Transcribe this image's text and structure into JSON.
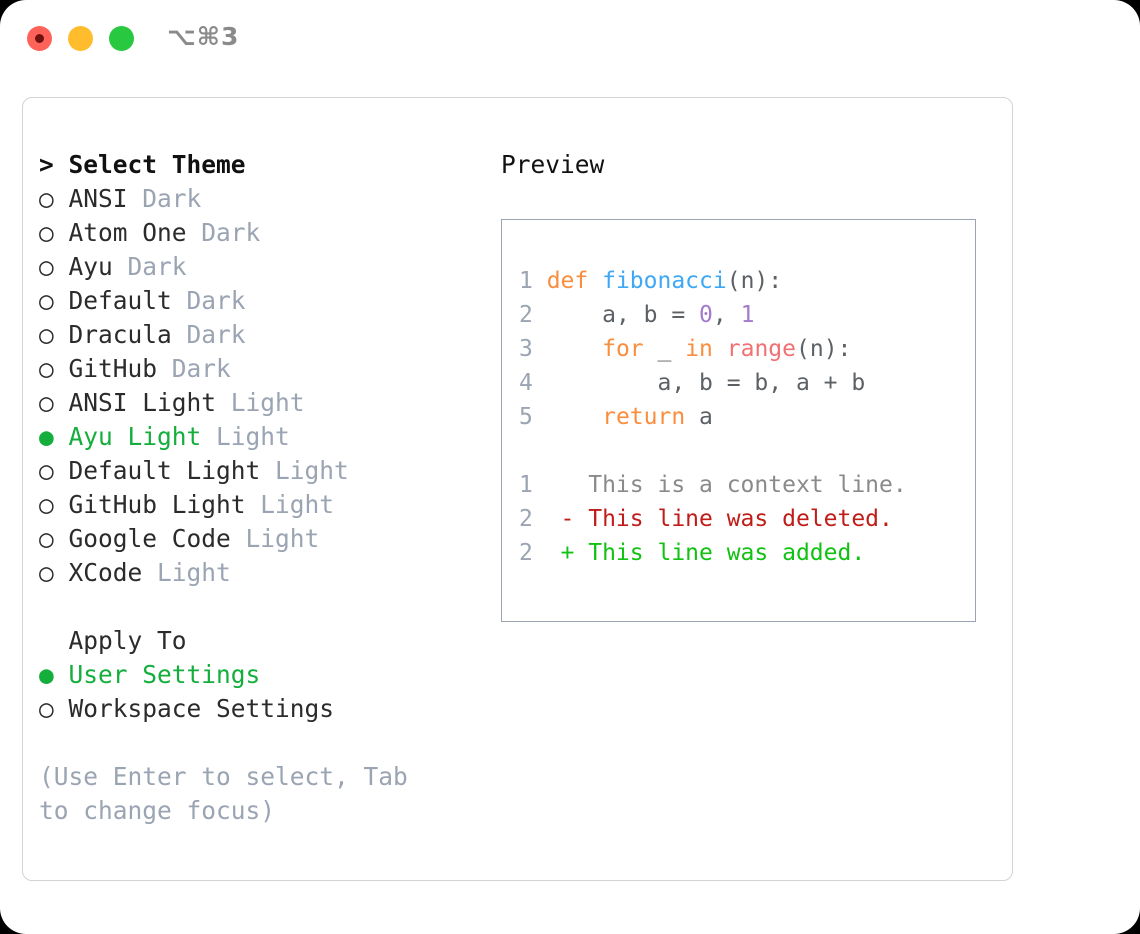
{
  "titlebar": {
    "shortcut": "⌥⌘3",
    "buttons": [
      {
        "name": "close",
        "color": "#ff6259"
      },
      {
        "name": "minimize",
        "color": "#ffbd2e"
      },
      {
        "name": "maximize",
        "color": "#28c840"
      }
    ]
  },
  "left": {
    "heading_prefix": "> ",
    "heading": "Select Theme",
    "themes": [
      {
        "marker": "○",
        "label": "ANSI",
        "tag": "Dark",
        "selected": false
      },
      {
        "marker": "○",
        "label": "Atom One",
        "tag": "Dark",
        "selected": false
      },
      {
        "marker": "○",
        "label": "Ayu",
        "tag": "Dark",
        "selected": false
      },
      {
        "marker": "○",
        "label": "Default",
        "tag": "Dark",
        "selected": false
      },
      {
        "marker": "○",
        "label": "Dracula",
        "tag": "Dark",
        "selected": false
      },
      {
        "marker": "○",
        "label": "GitHub",
        "tag": "Dark",
        "selected": false
      },
      {
        "marker": "○",
        "label": "ANSI Light",
        "tag": "Light",
        "selected": false
      },
      {
        "marker": "●",
        "label": "Ayu Light",
        "tag": "Light",
        "selected": true
      },
      {
        "marker": "○",
        "label": "Default Light",
        "tag": "Light",
        "selected": false
      },
      {
        "marker": "○",
        "label": "GitHub Light",
        "tag": "Light",
        "selected": false
      },
      {
        "marker": "○",
        "label": "Google Code",
        "tag": "Light",
        "selected": false
      },
      {
        "marker": "○",
        "label": "XCode",
        "tag": "Light",
        "selected": false
      }
    ],
    "apply_to": {
      "heading": "  Apply To",
      "options": [
        {
          "marker": "●",
          "label": "User Settings",
          "selected": true
        },
        {
          "marker": "○",
          "label": "Workspace Settings",
          "selected": false
        }
      ]
    },
    "hint": "(Use Enter to select, Tab to change focus)"
  },
  "right": {
    "title": "Preview",
    "code": [
      {
        "num": "1",
        "tokens": [
          {
            "t": "def ",
            "c": "kw"
          },
          {
            "t": "fibonacci",
            "c": "fn"
          },
          {
            "t": "(n):",
            "c": "punct"
          }
        ]
      },
      {
        "num": "2",
        "tokens": [
          {
            "t": "    a, b = ",
            "c": "plain"
          },
          {
            "t": "0",
            "c": "num"
          },
          {
            "t": ", ",
            "c": "plain"
          },
          {
            "t": "1",
            "c": "num"
          }
        ]
      },
      {
        "num": "3",
        "tokens": [
          {
            "t": "    ",
            "c": "plain"
          },
          {
            "t": "for",
            "c": "kw"
          },
          {
            "t": " _ ",
            "c": "plain"
          },
          {
            "t": "in",
            "c": "kw"
          },
          {
            "t": " ",
            "c": "plain"
          },
          {
            "t": "range",
            "c": "builtin"
          },
          {
            "t": "(n):",
            "c": "punct"
          }
        ]
      },
      {
        "num": "4",
        "tokens": [
          {
            "t": "        a, b = b, a + b",
            "c": "plain"
          }
        ]
      },
      {
        "num": "5",
        "tokens": [
          {
            "t": "    ",
            "c": "plain"
          },
          {
            "t": "return",
            "c": "kw"
          },
          {
            "t": " a",
            "c": "plain"
          }
        ]
      }
    ],
    "diff": [
      {
        "num": "1",
        "sign": " ",
        "text": "This is a context line.",
        "kind": "ctx"
      },
      {
        "num": "2",
        "sign": "-",
        "text": "This line was deleted.",
        "kind": "del"
      },
      {
        "num": "2",
        "sign": "+",
        "text": "This line was added.",
        "kind": "add"
      }
    ]
  },
  "colors": {
    "accent_green": "#14ae3c",
    "muted": "#9aa4b2",
    "keyword": "#fa8d3e",
    "function": "#3fa8f5",
    "number": "#a37acc",
    "builtin": "#f07171",
    "diff_delete": "#c01c18",
    "diff_add": "#12c212",
    "panel_border": "#d3d3d6",
    "preview_border": "#9aa4b2",
    "page_background": "#000000",
    "window_background": "#ffffff"
  }
}
